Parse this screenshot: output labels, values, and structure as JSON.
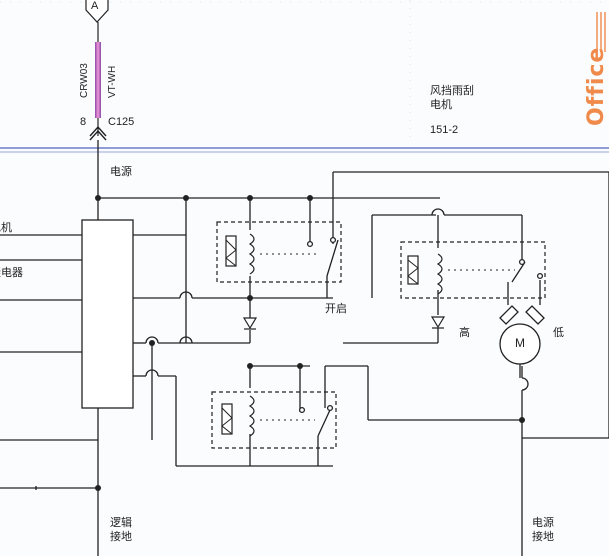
{
  "connector": {
    "letter": "A",
    "pin": "8",
    "id": "C125"
  },
  "wire": {
    "circuit": "CRW03",
    "color": "VT-WH"
  },
  "component": {
    "name_line1": "风挡雨刮",
    "name_line2": "电机",
    "page_ref": "151-2"
  },
  "labels": {
    "power": "电源",
    "left_partial_1": "电机",
    "left_partial_2": "继电器",
    "relay_on": "开启",
    "high": "高",
    "low": "低",
    "motor": "M",
    "logic_ground_1": "逻辑",
    "logic_ground_2": "接地",
    "power_ground_1": "电源",
    "power_ground_2": "接地"
  },
  "watermark": "Office",
  "colors": {
    "wire_stripe": "#e08ad0",
    "wire_base": "#9a55b0",
    "box_border": "#4a5dbf",
    "watermark": "#f08a4b"
  }
}
